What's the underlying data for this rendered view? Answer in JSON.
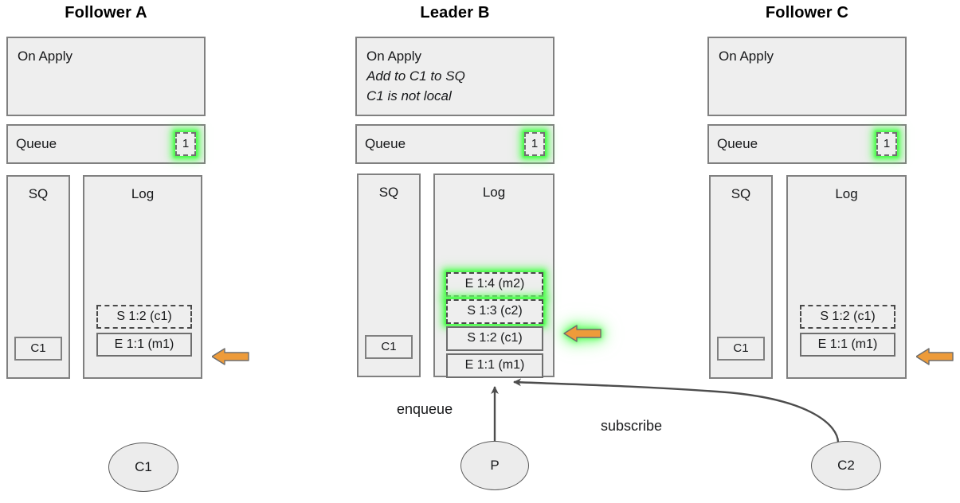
{
  "nodes": [
    {
      "id": "follower-a",
      "title": "Follower A",
      "on_apply": {
        "heading": "On Apply",
        "notes": []
      },
      "queue": {
        "label": "Queue",
        "count": "1",
        "count_highlight": true
      },
      "sq": {
        "label": "SQ",
        "items": [
          "C1"
        ]
      },
      "log": {
        "label": "Log",
        "entries": [
          {
            "text": "S 1:2 (c1)",
            "style": "dashed",
            "highlight": false
          },
          {
            "text": "E 1:1 (m1)",
            "style": "solid",
            "highlight": false
          }
        ]
      },
      "commit_arrow": {
        "target": "E 1:1 (m1)",
        "color": "#ed9b3a",
        "highlight": false
      }
    },
    {
      "id": "leader-b",
      "title": "Leader B",
      "on_apply": {
        "heading": "On Apply",
        "notes": [
          "Add to C1 to SQ",
          "C1 is not local"
        ]
      },
      "queue": {
        "label": "Queue",
        "count": "1",
        "count_highlight": true
      },
      "sq": {
        "label": "SQ",
        "items": [
          "C1"
        ]
      },
      "log": {
        "label": "Log",
        "entries": [
          {
            "text": "E 1:4 (m2)",
            "style": "dashed",
            "highlight": true
          },
          {
            "text": "S 1:3 (c2)",
            "style": "dashed",
            "highlight": true
          },
          {
            "text": "S 1:2 (c1)",
            "style": "solid",
            "highlight": false
          },
          {
            "text": "E 1:1 (m1)",
            "style": "solid",
            "highlight": false
          }
        ]
      },
      "commit_arrow": {
        "target": "S 1:2 (c1)",
        "color": "#ed9b3a",
        "highlight": true
      }
    },
    {
      "id": "follower-c",
      "title": "Follower C",
      "on_apply": {
        "heading": "On Apply",
        "notes": []
      },
      "queue": {
        "label": "Queue",
        "count": "1",
        "count_highlight": true
      },
      "sq": {
        "label": "SQ",
        "items": [
          "C1"
        ]
      },
      "log": {
        "label": "Log",
        "entries": [
          {
            "text": "S 1:2 (c1)",
            "style": "dashed",
            "highlight": false
          },
          {
            "text": "E 1:1 (m1)",
            "style": "solid",
            "highlight": false
          }
        ]
      },
      "commit_arrow": {
        "target": "E 1:1 (m1)",
        "color": "#ed9b3a",
        "highlight": false
      }
    }
  ],
  "clients": [
    {
      "id": "client-c1",
      "label": "C1"
    },
    {
      "id": "producer-p",
      "label": "P"
    },
    {
      "id": "client-c2",
      "label": "C2"
    }
  ],
  "edges": [
    {
      "id": "enqueue-edge",
      "label": "enqueue",
      "from": "producer-p",
      "to": "leader-b-log"
    },
    {
      "id": "subscribe-edge",
      "label": "subscribe",
      "from": "client-c2",
      "to": "leader-b-log"
    }
  ],
  "colors": {
    "panel_fill": "#eeeeee",
    "panel_border": "#808080",
    "arrow_orange": "#ed9b3a",
    "glow_green": "#5dfa5d",
    "edge_stroke": "#4d4d4d"
  },
  "text": {
    "a": {
      "title": "Follower A",
      "on_apply": "On Apply",
      "queue": "Queue",
      "badge": "1",
      "sq": "SQ",
      "log": "Log",
      "sq_item": "C1",
      "e1": "S 1:2 (c1)",
      "e2": "E 1:1 (m1)"
    },
    "b": {
      "title": "Leader B",
      "on_apply": "On Apply",
      "note1": "Add to C1 to SQ",
      "note2": "C1 is not local",
      "queue": "Queue",
      "badge": "1",
      "sq": "SQ",
      "log": "Log",
      "sq_item": "C1",
      "e1": "E 1:4 (m2)",
      "e2": "S 1:3 (c2)",
      "e3": "S 1:2 (c1)",
      "e4": "E 1:1 (m1)"
    },
    "c": {
      "title": "Follower C",
      "on_apply": "On Apply",
      "queue": "Queue",
      "badge": "1",
      "sq": "SQ",
      "log": "Log",
      "sq_item": "C1",
      "e1": "S 1:2 (c1)",
      "e2": "E 1:1 (m1)"
    },
    "clients": {
      "c1": "C1",
      "p": "P",
      "c2": "C2"
    },
    "edges": {
      "enqueue": "enqueue",
      "subscribe": "subscribe"
    }
  }
}
